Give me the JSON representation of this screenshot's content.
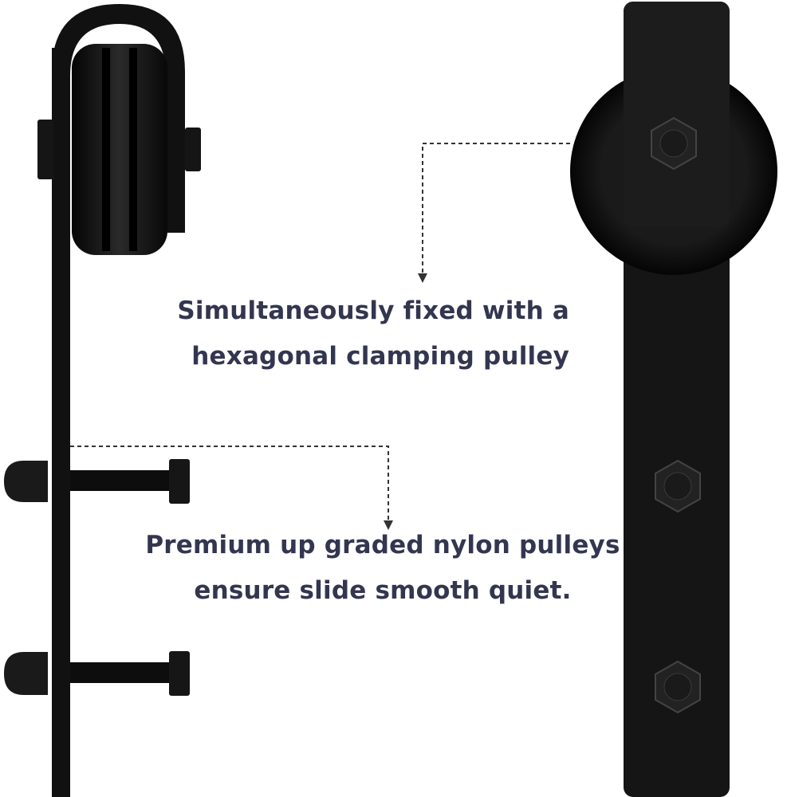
{
  "callouts": [
    {
      "lines": [
        "Simultaneously fixed with a",
        "hexagonal clamping pulley"
      ]
    },
    {
      "lines": [
        "Premium up graded nylon pulleys",
        "ensure slide smooth quiet."
      ]
    }
  ],
  "colors": {
    "text": "#33364f",
    "metal": "#141414",
    "dash": "#333333"
  }
}
